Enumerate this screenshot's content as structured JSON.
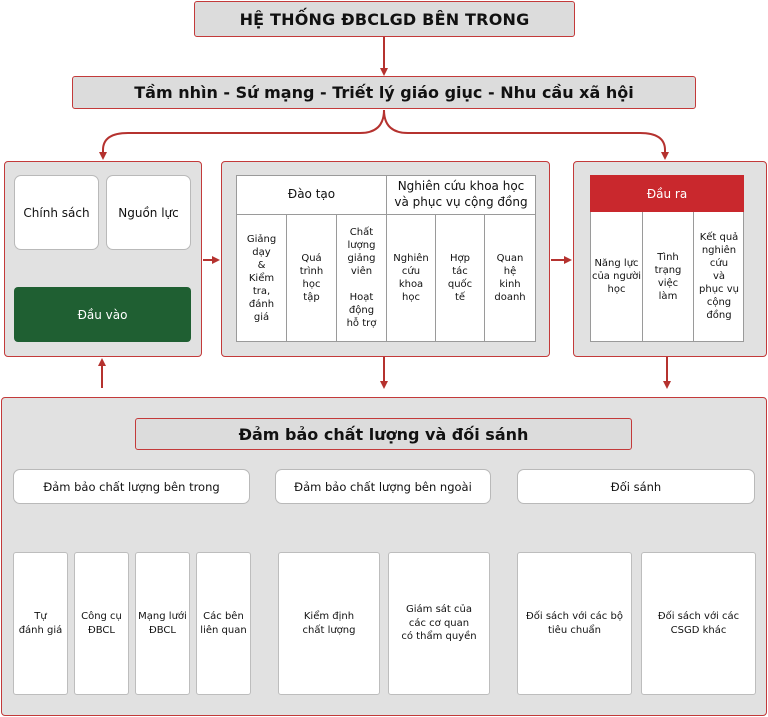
{
  "top": {
    "title": "HỆ THỐNG ĐBCLGD BÊN TRONG"
  },
  "vision": {
    "title": "Tầm nhìn - Sứ mạng - Triết lý giáo giục - Nhu cầu xã hội"
  },
  "left_panel": {
    "policy": "Chính sách",
    "resources": "Nguồn lực",
    "input": "Đầu vào"
  },
  "middle_panel": {
    "training_header": "Đào tạo",
    "research_header": "Nghiên cứu khoa học\nvà phục vụ cộng đồng",
    "col1": "Giảng\ndạy\n&\nKiểm\ntra,\nđánh\ngiá",
    "col2": "Quá\ntrình\nhọc\ntập",
    "col3": "Chất\nlượng\ngiảng\nviên\n\nHoạt\nđộng\nhỗ trợ",
    "col4": "Nghiên\ncứu\nkhoa\nhọc",
    "col5": "Hợp\ntác\nquốc\ntế",
    "col6": "Quan\nhệ\nkinh\ndoanh"
  },
  "right_panel": {
    "output": "Đầu ra",
    "col1": "Năng lực\ncủa người\nhọc",
    "col2": "Tình\ntrạng\nviệc\nlàm",
    "col3": "Kết quả\nnghiên\ncứu\nvà\nphục vụ\ncộng\nđồng"
  },
  "bottom": {
    "title": "Đảm bảo chất lượng và đối sánh",
    "internal": {
      "title": "Đảm bảo chất lượng bên trong",
      "items": [
        "Tự\nđánh giá",
        "Công cụ\nĐBCL",
        "Mạng lưới\nĐBCL",
        "Các bên\nliên quan"
      ]
    },
    "external": {
      "title": "Đảm bảo chất lượng bên ngoài",
      "items": [
        "Kiểm định\nchất lượng",
        "Giám sát của\ncác cơ quan\ncó thẩm quyền"
      ]
    },
    "benchmark": {
      "title": "Đối sánh",
      "items": [
        "Đối sách với các bộ\ntiêu chuẩn",
        "Đối sách với các\nCSGD khác"
      ]
    }
  },
  "colors": {
    "arrow": "#b5322f",
    "input_green": "#1f5f32",
    "output_red": "#c9282d",
    "panel_gray": "#e1e1e1"
  }
}
